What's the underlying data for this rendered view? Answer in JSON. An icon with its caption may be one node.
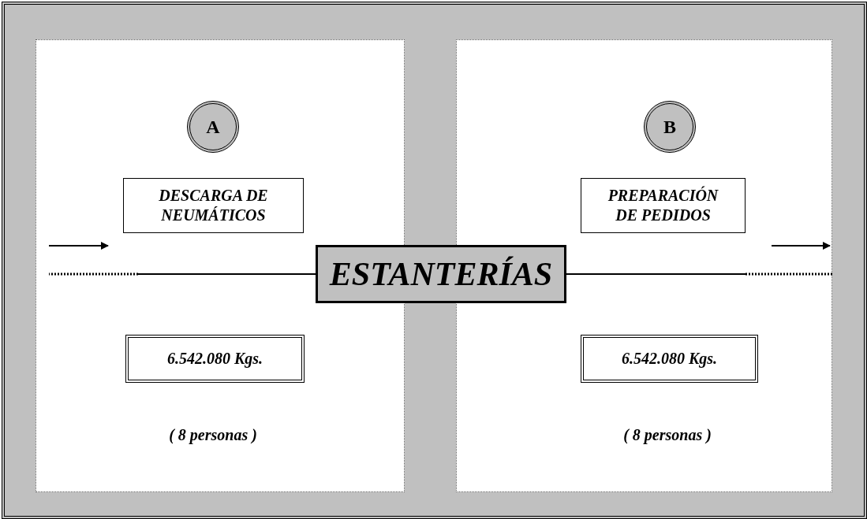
{
  "diagram": {
    "nodes": [
      {
        "text": [],
        "shape": "box"
      },
      {
        "text": [],
        "shape": "box"
      },
      {
        "text": [
          "A"
        ],
        "in": 0
      },
      {
        "text": [
          "B"
        ],
        "in": 1
      },
      {
        "text": [
          "DESCARGA DE NEUMÁTICOS"
        ],
        "in": 0
      },
      {
        "text": [
          "PREPARACIÓN DE PEDIDOS"
        ],
        "in": 1
      },
      {
        "text": [
          "ESTANTERÍAS"
        ]
      },
      {
        "text": [
          "6.542.080 Kgs."
        ],
        "in": 0
      },
      {
        "text": [
          "6.542.080 Kgs."
        ],
        "in": 1
      }
    ],
    "edges": [
      {
        "from": 6,
        "to": null,
        "arrow": "none"
      },
      {
        "from": 6,
        "to": 1,
        "arrow": "none"
      }
    ],
    "labels": [
      "( 8 personas )",
      "( 8 personas )"
    ]
  }
}
